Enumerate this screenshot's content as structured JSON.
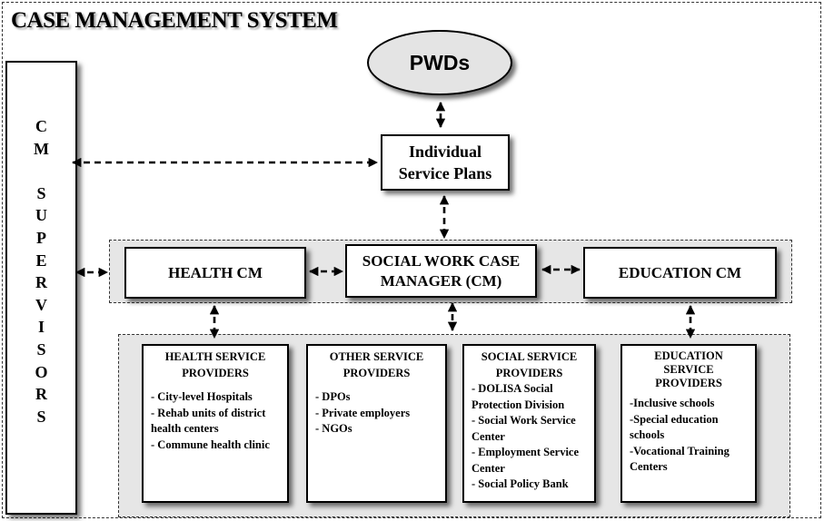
{
  "title": "CASE MANAGEMENT SYSTEM",
  "supervisors": {
    "letters": [
      "C",
      "M",
      "",
      "S",
      "U",
      "P",
      "E",
      "R",
      "V",
      "I",
      "S",
      "O",
      "R",
      "S"
    ]
  },
  "pwds": "PWDs",
  "individual_service_plans": [
    "Individual",
    "Service Plans"
  ],
  "case_managers": {
    "health": "HEALTH CM",
    "social_work": [
      "SOCIAL WORK CASE",
      "MANAGER (CM)"
    ],
    "education": "EDUCATION CM"
  },
  "providers": [
    {
      "heading": [
        "HEALTH SERVICE",
        "PROVIDERS"
      ],
      "items": [
        "- City-level Hospitals",
        "- Rehab units of district health centers",
        "- Commune health clinic"
      ]
    },
    {
      "heading": [
        "OTHER SERVICE",
        "PROVIDERS"
      ],
      "items": [
        "- DPOs",
        "- Private employers",
        "- NGOs"
      ]
    },
    {
      "heading": [
        "SOCIAL SERVICE",
        "PROVIDERS"
      ],
      "items": [
        "- DOLISA Social Protection Division",
        "- Social Work Service Center",
        "- Employment Service Center",
        "- Social Policy Bank"
      ]
    },
    {
      "heading": [
        "EDUCATION",
        "SERVICE",
        "PROVIDERS"
      ],
      "items": [
        "-Inclusive  schools",
        "-Special education schools",
        "-Vocational Training Centers"
      ]
    }
  ]
}
